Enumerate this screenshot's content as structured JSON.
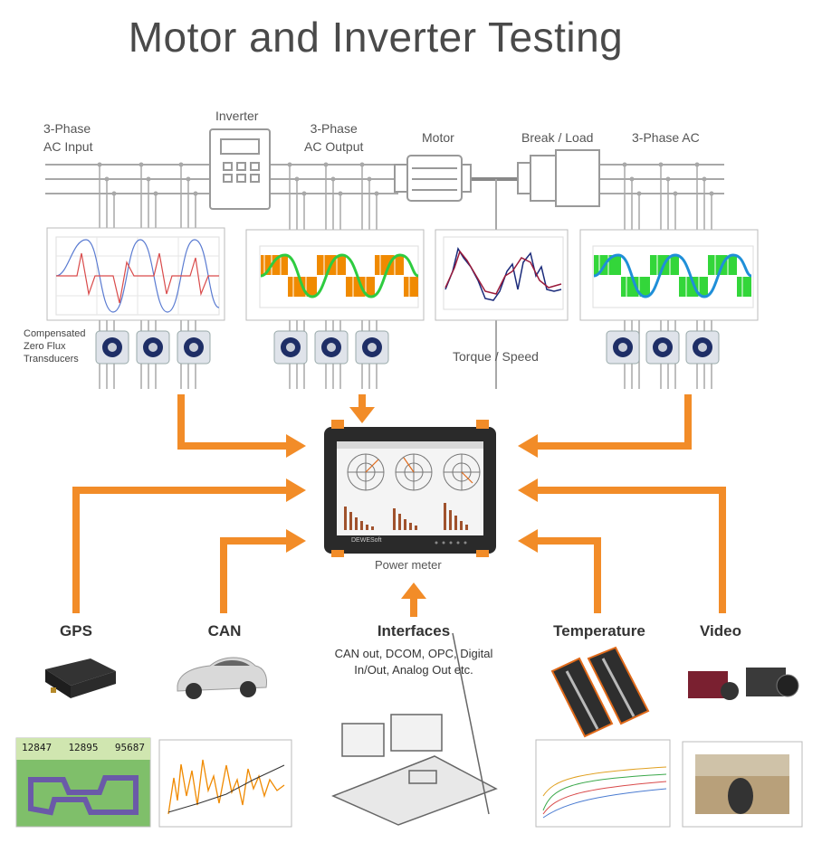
{
  "title": "Motor and Inverter Testing",
  "labels": {
    "ac_input": [
      "3-Phase",
      "AC Input"
    ],
    "inverter": "Inverter",
    "ac_output": [
      "3-Phase",
      "AC Output"
    ],
    "motor": "Motor",
    "load": "Break / Load",
    "ac_out2": "3-Phase AC",
    "transducers": [
      "Compensated",
      "Zero Flux",
      "Transducers"
    ],
    "torque": "Torque / Speed",
    "power_meter": "Power meter"
  },
  "inputs": [
    {
      "name": "GPS"
    },
    {
      "name": "CAN"
    },
    {
      "name": "Interfaces",
      "desc": [
        "CAN out, DCOM, OPC, Digital",
        "In/Out, Analog Out etc."
      ]
    },
    {
      "name": "Temperature"
    },
    {
      "name": "Video"
    }
  ],
  "gps_readout": [
    "12847",
    "12895",
    "95687"
  ],
  "device_brand": "DEWESoft",
  "colors": {
    "arrow": "#f28c28",
    "wire": "#a8a8a8",
    "device": "#2a2a2a",
    "sine_blue": "#1f8fd8",
    "pwm_orange": "#f08a00",
    "pwm_green": "#2ecc40"
  }
}
